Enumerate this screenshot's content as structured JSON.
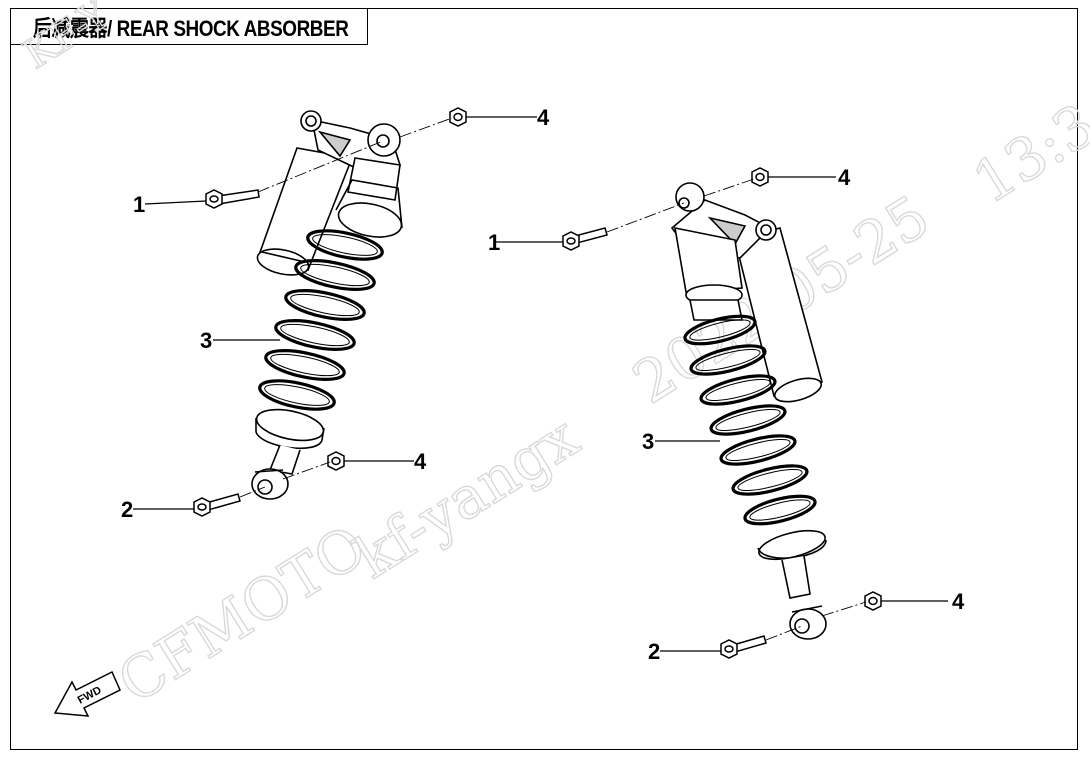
{
  "title": "后减震器/ REAR SHOCK ABSORBER",
  "watermark": {
    "brand": "CFMOTO",
    "user": "kf-yangx",
    "date": "2022-05-25",
    "time": "13:3",
    "corner": "KF-Y"
  },
  "fwd_label": "FWD",
  "callouts": {
    "left": {
      "bolt_top": "1",
      "bolt_bottom": "2",
      "spring": "3",
      "nut_top": "4",
      "nut_bottom": "4"
    },
    "right": {
      "bolt_top": "1",
      "bolt_bottom": "2",
      "spring": "3",
      "nut_top": "4",
      "nut_bottom": "4"
    }
  },
  "colors": {
    "line": "#000000",
    "watermark": "#d9d9d9",
    "background": "#ffffff"
  }
}
